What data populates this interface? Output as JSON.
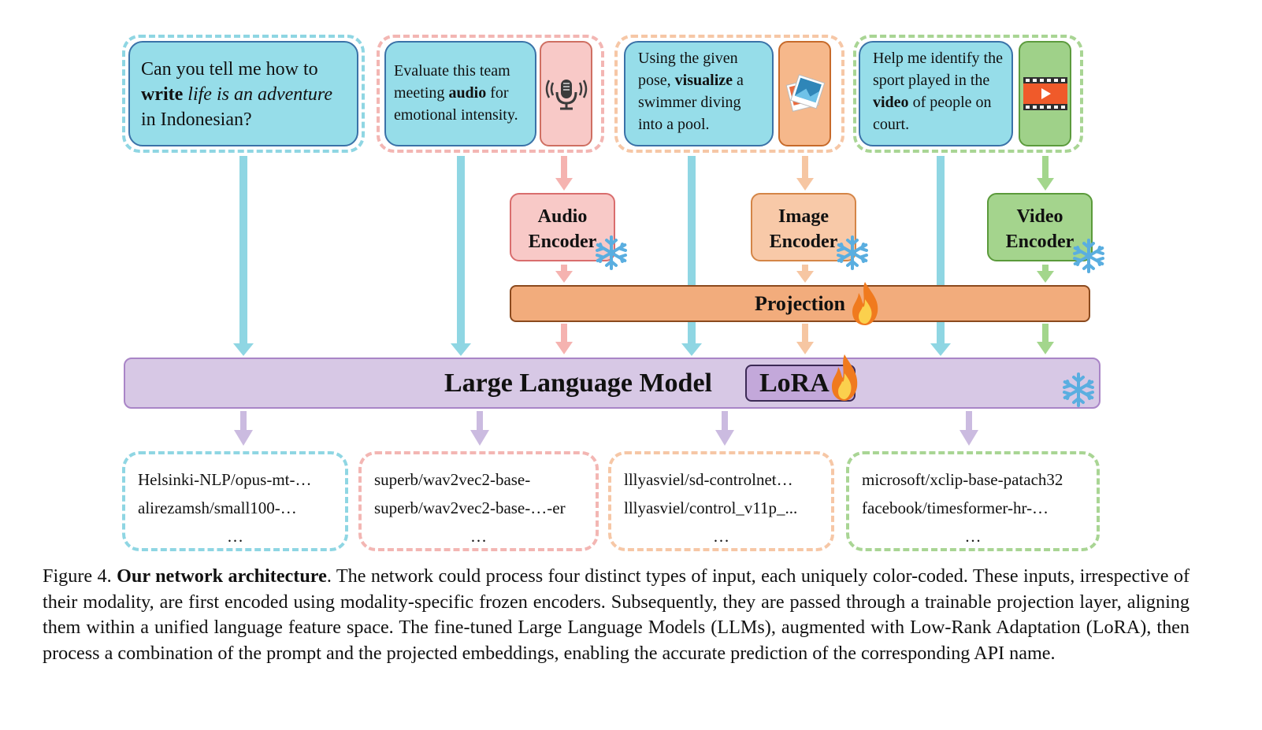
{
  "prompts": {
    "text": {
      "pre": "Can you tell me how to",
      "bold": "write",
      "italic": "life is an adventure",
      "post": "in Indonesian?"
    },
    "audio": {
      "pre": "Evaluate this team meeting",
      "bold": "audio",
      "post": "for emotional intensity."
    },
    "image": {
      "pre": "Using the given pose,",
      "bold": "visualize",
      "post": "a swimmer diving into a pool."
    },
    "video": {
      "pre": "Help me identify the sport played in the",
      "bold": "video",
      "post": "of people on court."
    }
  },
  "modality_icons": {
    "audio": "microphone-icon",
    "image": "photos-icon",
    "video": "film-play-icon"
  },
  "encoders": {
    "audio": {
      "line1": "Audio",
      "line2": "Encoder"
    },
    "image": {
      "line1": "Image",
      "line2": "Encoder"
    },
    "video": {
      "line1": "Video",
      "line2": "Encoder"
    }
  },
  "projection_label": "Projection",
  "llm": {
    "title": "Large Language Model",
    "lora_label": "LoRA"
  },
  "status_icons": {
    "frozen": "snowflake-icon",
    "trainable": "flame-icon"
  },
  "outputs": {
    "text": {
      "line1": "Helsinki-NLP/opus-mt-…",
      "line2": "alirezamsh/small100-…",
      "more": "…"
    },
    "audio": {
      "line1": "superb/wav2vec2-base-",
      "line2": "superb/wav2vec2-base-…-er",
      "more": "…"
    },
    "image": {
      "line1": "lllyasviel/sd-controlnet…",
      "line2": "lllyasviel/control_v11p_...",
      "more": "…"
    },
    "video": {
      "line1": "microsoft/xclip-base-patach32",
      "line2": "facebook/timesformer-hr-…",
      "more": "…"
    }
  },
  "caption": {
    "label": "Figure 4.",
    "title": "Our network architecture",
    "body": ". The network could process four distinct types of input, each uniquely color-coded. These inputs, irrespective of their modality, are first encoded using modality-specific frozen encoders. Subsequently, they are passed through a trainable projection layer, aligning them within a unified language feature space. The fine-tuned Large Language Models (LLMs), augmented with Low-Rank Adaptation (LoRA), then process a combination of the prompt and the projected embeddings, enabling the accurate prediction of the corresponding API name."
  },
  "colors": {
    "text_modality": "#8fd6e3",
    "audio_modality": "#f3b6b3",
    "image_modality": "#f6c7a6",
    "video_modality": "#a9d594",
    "llm": "#d7c8e5",
    "projection": "#f2ac7c"
  }
}
